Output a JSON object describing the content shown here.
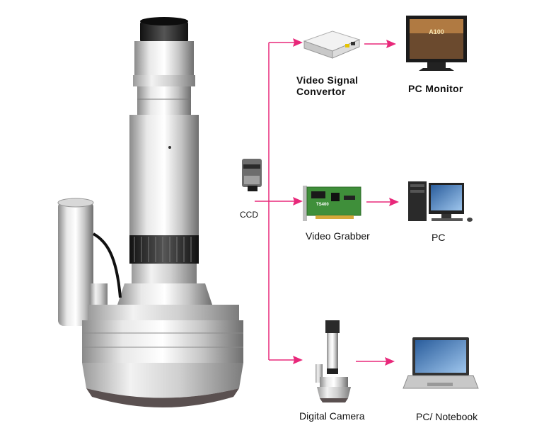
{
  "labels": {
    "video_signal_convertor_line1": "Video Signal",
    "video_signal_convertor_line2": "Convertor",
    "pc_monitor": "PC Monitor",
    "ccd": "CCD",
    "video_grabber": "Video Grabber",
    "pc": "PC",
    "digital_camera": "Digital Camera",
    "pc_notebook": "PC/ Notebook"
  },
  "device_screen_text": {
    "monitor_screen": "A100",
    "grabber_card": "TS400"
  },
  "colors": {
    "arrow": "#e8287a",
    "line": "#e8287a",
    "metal_light": "#e6e6e6",
    "metal_mid": "#b9b9b9",
    "metal_dark": "#7a7a7a",
    "lens_black": "#1a1a1a",
    "card_green": "#3f8f3a"
  },
  "icons": {
    "microscope": "microscope-icon",
    "ccd": "ccd-camera-icon",
    "convertor": "video-convertor-icon",
    "monitor": "pc-monitor-icon",
    "grabber": "video-grabber-card-icon",
    "pc": "desktop-pc-icon",
    "digital_camera": "digital-camera-microscope-icon",
    "notebook": "notebook-icon"
  }
}
